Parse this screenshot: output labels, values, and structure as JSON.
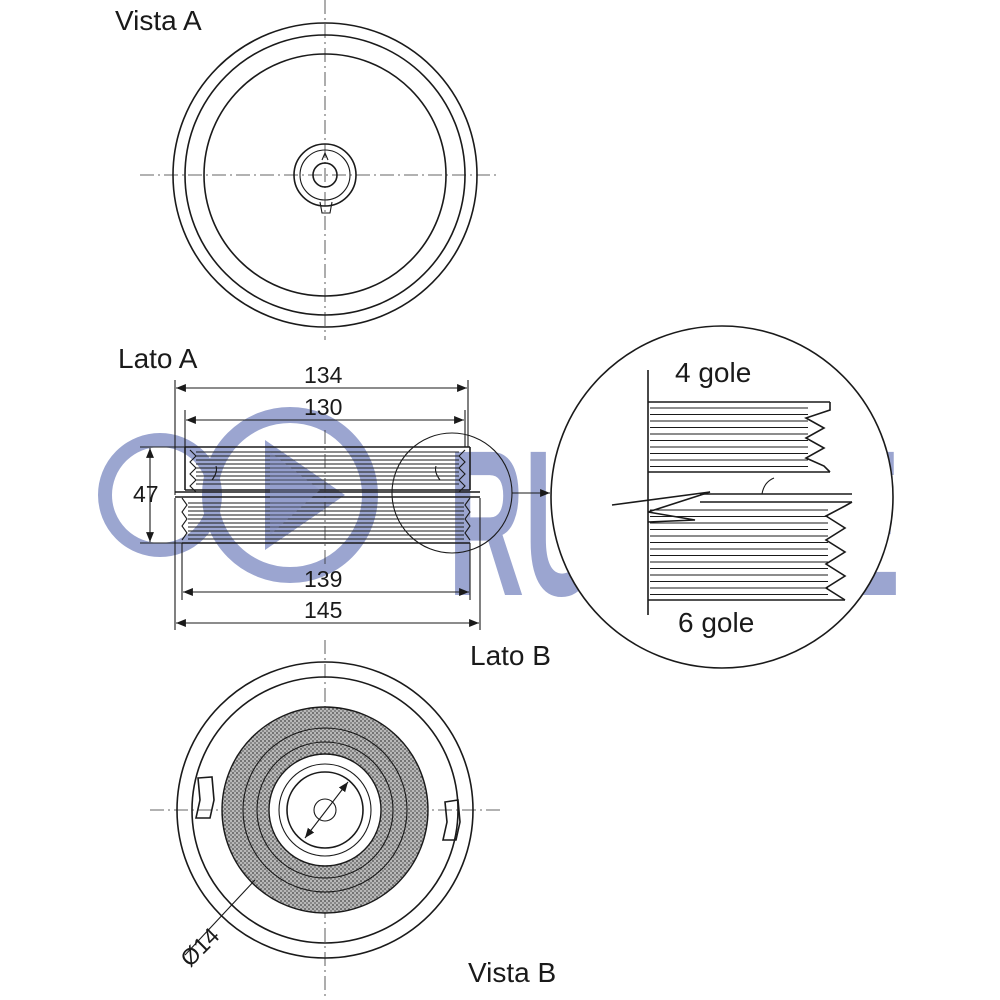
{
  "brand": {
    "name": "RUVILLE",
    "color": "#8a96c8"
  },
  "views": {
    "view_a": "Vista A",
    "side_a": "Lato A",
    "side_b": "Lato B",
    "view_b": "Vista B"
  },
  "dimensions": {
    "d134": "134",
    "d130": "130",
    "d47": "47",
    "d139": "139",
    "d145": "145",
    "hole": "Ø14"
  },
  "detail": {
    "upper_grooves": "4 gole",
    "lower_grooves": "6 gole"
  }
}
